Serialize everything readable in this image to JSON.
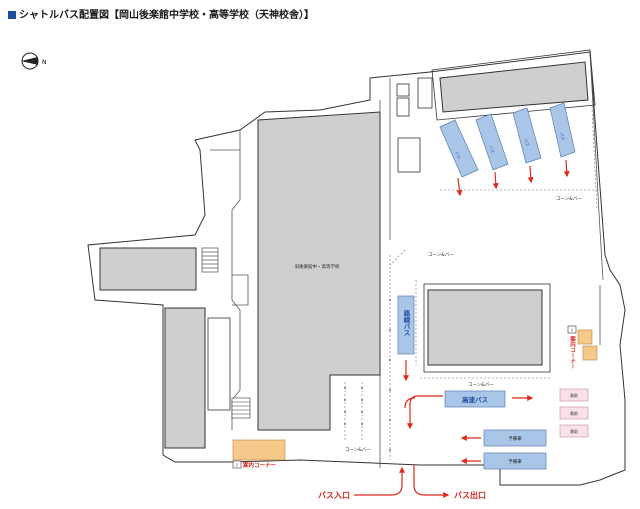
{
  "title": "シャトルバス配置図【岡山後楽館中学校・高等学校（天神校舎）】",
  "compass": {
    "north_label": "N"
  },
  "building_label": "旧後楽館中・高等学校",
  "bus_labels": {
    "local_small": "路線",
    "local_bus": "路線バス",
    "express": "高速バス",
    "reserve1": "予備車",
    "reserve2": "予備車",
    "parked": [
      "バス",
      "バス",
      "バス",
      "バス"
    ]
  },
  "cone_labels": {
    "c1": "コーン&バー",
    "c2": "コーン&バー",
    "c3": "コーン&バー",
    "c4": "コーン&バー"
  },
  "guide_corner_bottom": "案内コーナー",
  "guide_corner_right": "案内コーナー",
  "guide_icon": "i",
  "boxes": [
    "救助",
    "救助",
    "救助"
  ],
  "bus_entrance": "バス入口",
  "bus_exit": "バス出口",
  "colors": {
    "bus_blue": "#a9c6e8",
    "arrow_red": "#e0281f",
    "label_red": "#d8251c",
    "corner_orange": "#f5c98a",
    "pink_box": "#f9e1e8"
  }
}
